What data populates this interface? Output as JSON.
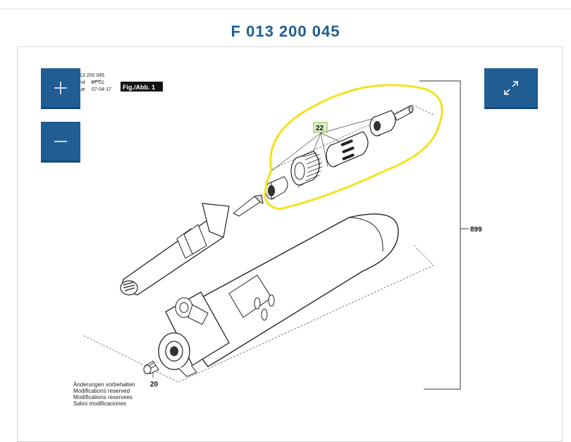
{
  "page": {
    "title": "F 013 200 045"
  },
  "viewer": {
    "controls": {
      "zoom_in": "+",
      "zoom_out": "−",
      "fullscreen": "fullscreen"
    }
  },
  "drawing": {
    "header_lines": [
      "13 200 045",
      "nd",
      "ue",
      "07-04-17"
    ],
    "header_crossed": "07-01",
    "figure_label": "Fig./Abb. 1",
    "callouts": {
      "part_22": "22",
      "part_20": "20",
      "part_899": "899"
    },
    "footnote_lines": [
      "Änderungen vorbehalten",
      "Modifications reserved",
      "Modifications reservees",
      "Salvo modificaciones"
    ]
  },
  "colors": {
    "brand": "#1f5d93",
    "highlight": "#f4e21f",
    "callout_box": "#7bbf4a"
  }
}
